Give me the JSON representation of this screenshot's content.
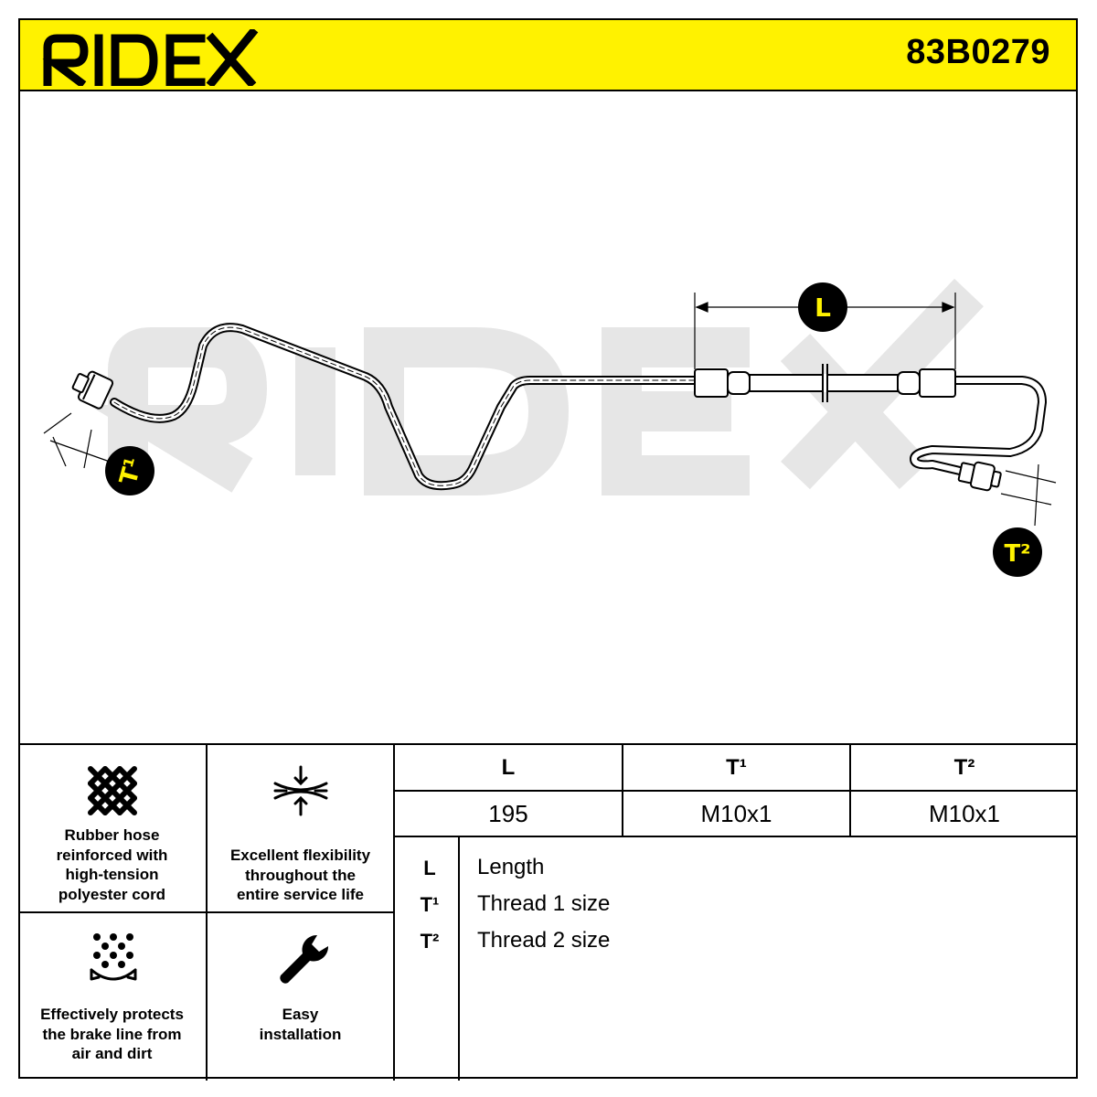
{
  "brand": {
    "name": "RIDEX",
    "accent_color": "#fff200"
  },
  "header": {
    "part_number": "83B0279"
  },
  "drawing": {
    "labels": {
      "length": "L",
      "thread1": "T¹",
      "thread2": "T²"
    },
    "watermark": "RIDEX"
  },
  "features": [
    {
      "icon": "crosshatch-cord-icon",
      "text": [
        "Rubber hose",
        "reinforced with",
        "high-tension",
        "polyester cord"
      ]
    },
    {
      "icon": "flex-compress-icon",
      "text": [
        "Excellent flexibility",
        "throughout the",
        "entire service life"
      ]
    },
    {
      "icon": "dirt-protection-icon",
      "text": [
        "Effectively protects",
        "the brake line from",
        "air and dirt"
      ]
    },
    {
      "icon": "wrench-icon",
      "text": [
        "Easy",
        "installation"
      ]
    }
  ],
  "specs": {
    "headers": [
      "L",
      "T¹",
      "T²"
    ],
    "values": [
      "195",
      "M10x1",
      "M10x1"
    ]
  },
  "legend": [
    {
      "code": "L",
      "desc": "Length"
    },
    {
      "code": "T¹",
      "desc": "Thread 1 size"
    },
    {
      "code": "T²",
      "desc": "Thread 2 size"
    }
  ]
}
